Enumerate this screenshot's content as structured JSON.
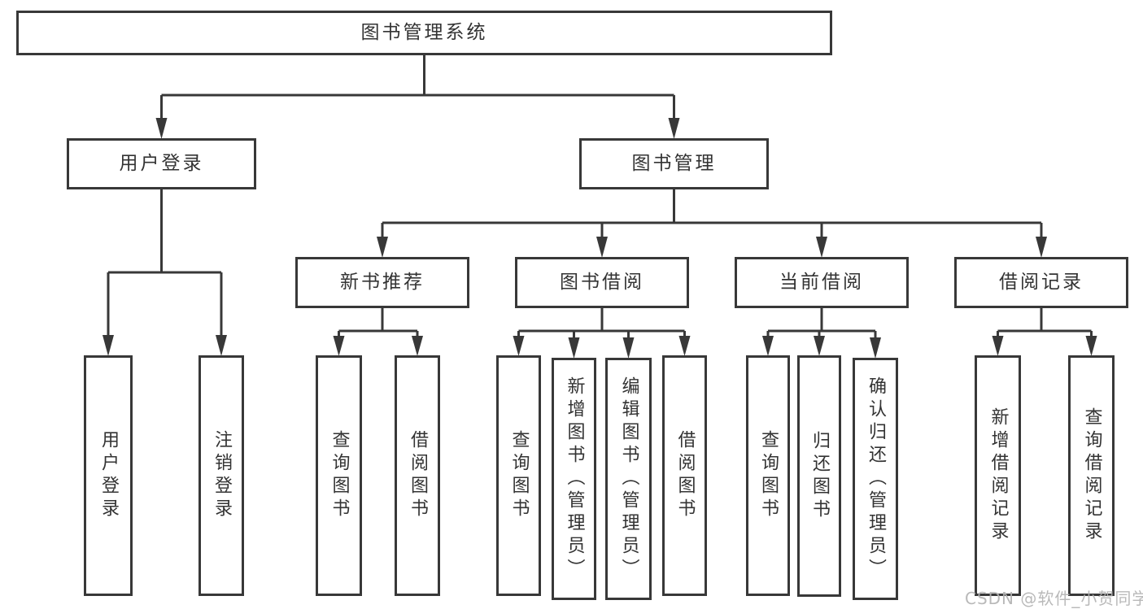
{
  "diagram": {
    "root": {
      "label": "图书管理系统"
    },
    "level2": [
      {
        "id": "user-login",
        "label": "用户登录",
        "parent": "图书管理系统"
      },
      {
        "id": "book-management",
        "label": "图书管理",
        "parent": "图书管理系统"
      }
    ],
    "level3": [
      {
        "id": "new-book-recommend",
        "label": "新书推荐",
        "parent": "图书管理"
      },
      {
        "id": "book-borrowing",
        "label": "图书借阅",
        "parent": "图书管理"
      },
      {
        "id": "current-borrowing",
        "label": "当前借阅",
        "parent": "图书管理"
      },
      {
        "id": "borrow-records",
        "label": "借阅记录",
        "parent": "图书管理"
      }
    ],
    "leaves": [
      {
        "label": "用户登录",
        "parent": "用户登录"
      },
      {
        "label": "注销登录",
        "parent": "用户登录"
      },
      {
        "label": "查询图书",
        "parent": "新书推荐"
      },
      {
        "label": "借阅图书",
        "parent": "新书推荐"
      },
      {
        "label": "查询图书",
        "parent": "图书借阅"
      },
      {
        "label": "新增图书（管理员）",
        "parent": "图书借阅"
      },
      {
        "label": "编辑图书（管理员）",
        "parent": "图书借阅"
      },
      {
        "label": "借阅图书",
        "parent": "图书借阅"
      },
      {
        "label": "查询图书",
        "parent": "当前借阅"
      },
      {
        "label": "归还图书",
        "parent": "当前借阅"
      },
      {
        "label": "确认归还（管理员）",
        "parent": "当前借阅"
      },
      {
        "label": "新增借阅记录",
        "parent": "借阅记录"
      },
      {
        "label": "查询借阅记录",
        "parent": "借阅记录"
      }
    ]
  },
  "watermark": "CSDN @软件_小贺同学",
  "colors": {
    "line": "#383838",
    "text": "#333333",
    "watermark": "#b2b2b2",
    "background": "#ffffff"
  }
}
